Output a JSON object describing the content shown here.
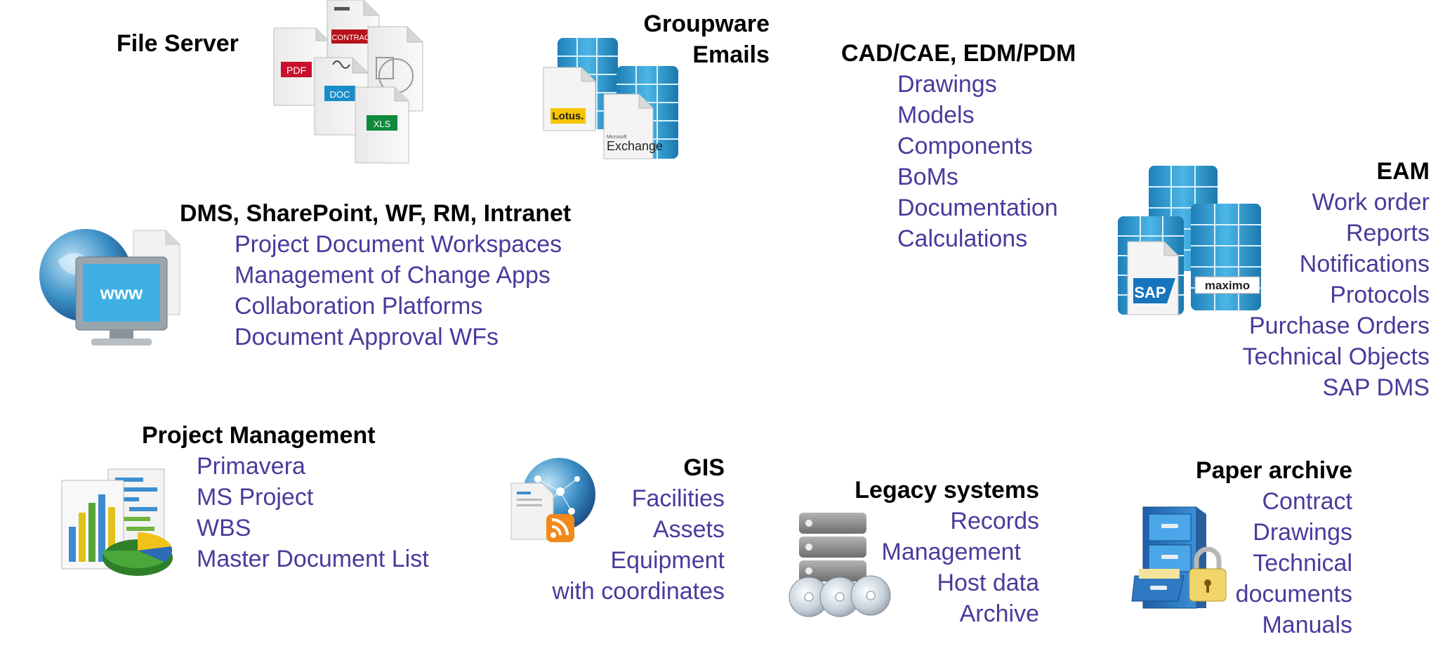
{
  "colors": {
    "title": "#000000",
    "item": "#4b3a9c",
    "db_blue": "#2f9fd6",
    "paper": "#f2f2f2"
  },
  "groups": {
    "file_server": {
      "title": "File Server",
      "icon": "documents-stack-icon",
      "doc_labels": [
        "PDF",
        "CONTRACT",
        "DOC",
        "XLS"
      ]
    },
    "groupware": {
      "title_line1": "Groupware",
      "title_line2": "Emails",
      "icon": "mail-database-icon",
      "lotus_label": "Lotus.",
      "exchange_small": "Microsoft",
      "exchange_label": "Exchange"
    },
    "cad": {
      "title": "CAD/CAE, EDM/PDM",
      "items": [
        "Drawings",
        "Models",
        "Components",
        "BoMs",
        "Documentation",
        "Calculations"
      ]
    },
    "eam": {
      "title": "EAM",
      "icon": "sap-maximo-database-icon",
      "sap_label": "SAP",
      "maximo_label": "maximo",
      "items": [
        "Work order",
        "Reports",
        "Notifications",
        "Protocols",
        "Purchase Orders",
        "Technical Objects",
        "SAP DMS"
      ]
    },
    "dms": {
      "title": "DMS, SharePoint, WF, RM, Intranet",
      "icon": "www-globe-monitor-icon",
      "www_label": "www",
      "items": [
        "Project Document Workspaces",
        "Management of Change Apps",
        "Collaboration Platforms",
        "Document Approval WFs"
      ]
    },
    "pm": {
      "title": "Project Management",
      "icon": "charts-report-icon",
      "items": [
        "Primavera",
        "MS Project",
        "WBS",
        "Master Document List"
      ]
    },
    "gis": {
      "title": "GIS",
      "icon": "globe-rss-icon",
      "items": [
        "Facilities",
        "Assets",
        "Equipment",
        "with coordinates"
      ]
    },
    "legacy": {
      "title": "Legacy systems",
      "icon": "server-discs-icon",
      "items": [
        "Records",
        "Management",
        "Host data",
        "Archive"
      ]
    },
    "paper": {
      "title": "Paper archive",
      "icon": "filing-cabinet-lock-icon",
      "items": [
        "Contract",
        "Drawings",
        "Technical",
        "documents",
        "Manuals"
      ]
    }
  }
}
